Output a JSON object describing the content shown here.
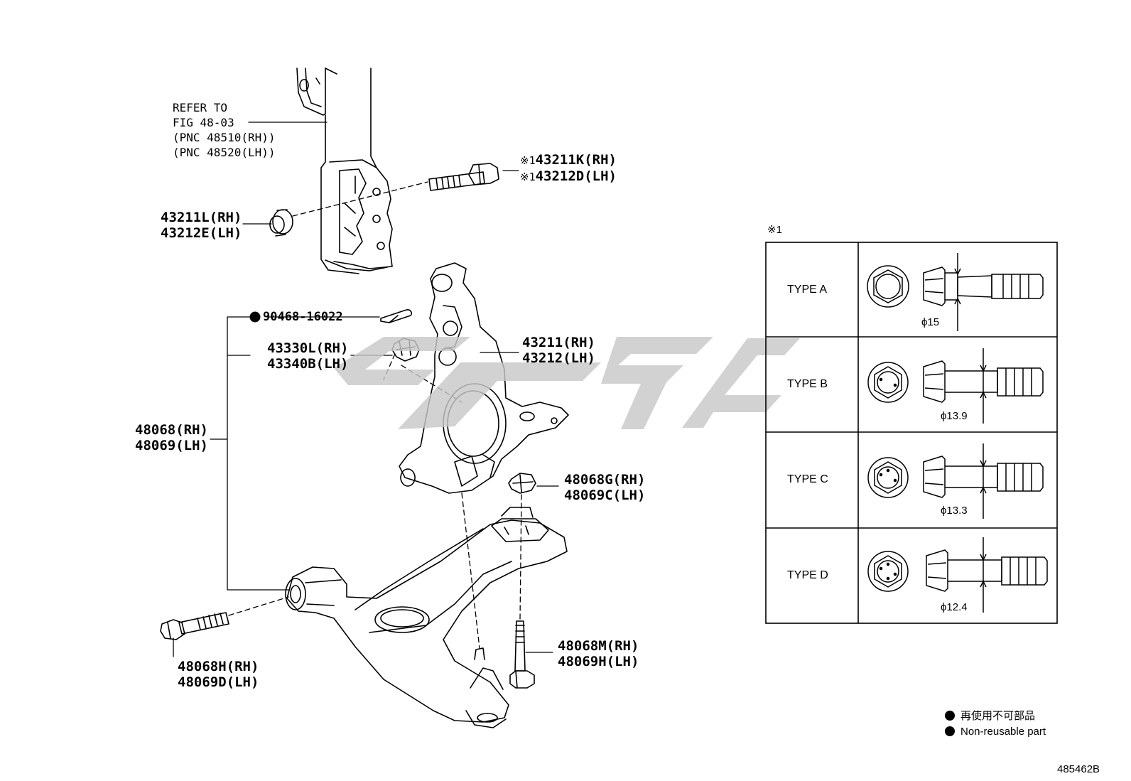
{
  "refer_label": [
    "REFER TO",
    "FIG 48-03",
    "(PNC 48510(RH))",
    "(PNC 48520(LH))"
  ],
  "callouts": {
    "bolt_mark": "※1",
    "bolt": [
      "43211K(RH)",
      "43212D(LH)"
    ],
    "washer": [
      "43211L(RH)",
      "43212E(LH)"
    ],
    "cotter_pin": "90468-16022",
    "nut": [
      "43330L(RH)",
      "43340B(LH)"
    ],
    "knuckle": [
      "43211(RH)",
      "43212(LH)"
    ],
    "arm_assy": [
      "48068(RH)",
      "48069(LH)"
    ],
    "ball_nut": [
      "48068G(RH)",
      "48069C(LH)"
    ],
    "front_bolt": [
      "48068H(RH)",
      "48069D(LH)"
    ],
    "rear_bolt": [
      "48068M(RH)",
      "48069H(LH)"
    ]
  },
  "table": {
    "title": "※1",
    "rows": [
      {
        "type": "TYPE A",
        "diameter": "ϕ15"
      },
      {
        "type": "TYPE B",
        "diameter": "ϕ13.9"
      },
      {
        "type": "TYPE C",
        "diameter": "ϕ13.3"
      },
      {
        "type": "TYPE D",
        "diameter": "ϕ12.4"
      }
    ]
  },
  "legend": {
    "line1": "再使用不可部品",
    "line2": "Non-reusable part"
  },
  "figure_number": "485462B",
  "colors": {
    "watermark": "#c8c8c8",
    "ink": "#000000"
  }
}
